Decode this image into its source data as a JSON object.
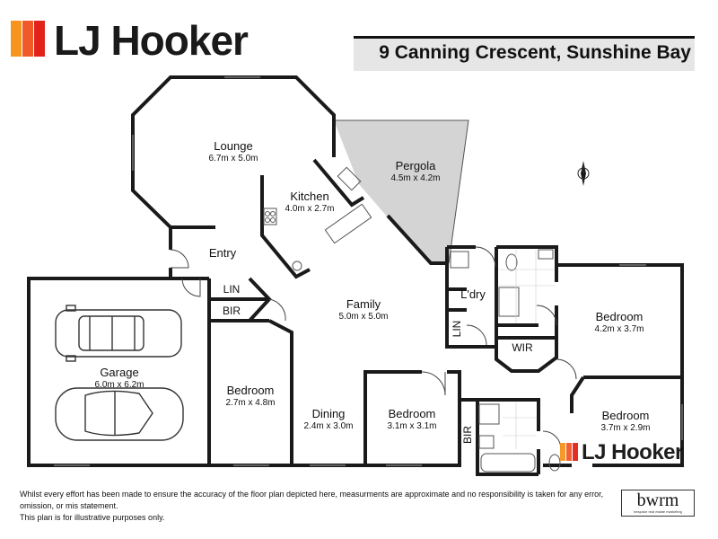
{
  "header": {
    "brand": "LJ Hooker",
    "address": "9 Canning Crescent, Sunshine Bay",
    "brand_colors": [
      "#f47c20",
      "#f05a28",
      "#e2231a"
    ]
  },
  "rooms": {
    "lounge": {
      "name": "Lounge",
      "dims": "6.7m x 5.0m"
    },
    "pergola": {
      "name": "Pergola",
      "dims": "4.5m x 4.2m"
    },
    "kitchen": {
      "name": "Kitchen",
      "dims": "4.0m x 2.7m"
    },
    "entry": {
      "name": "Entry"
    },
    "lin1": {
      "name": "LIN"
    },
    "bir1": {
      "name": "BIR"
    },
    "family": {
      "name": "Family",
      "dims": "5.0m x 5.0m"
    },
    "laundry": {
      "name": "L'dry"
    },
    "lin2": {
      "name": "LIN"
    },
    "wir": {
      "name": "WIR"
    },
    "bedroom_main": {
      "name": "Bedroom",
      "dims": "4.2m x 3.7m"
    },
    "garage": {
      "name": "Garage",
      "dims": "6.0m x 6.2m"
    },
    "bedroom_2": {
      "name": "Bedroom",
      "dims": "2.7m x 4.8m"
    },
    "dining": {
      "name": "Dining",
      "dims": "2.4m x 3.0m"
    },
    "bedroom_3": {
      "name": "Bedroom",
      "dims": "3.1m x 3.1m"
    },
    "bir2": {
      "name": "BIR"
    },
    "bedroom_4": {
      "name": "Bedroom",
      "dims": "3.7m x 2.9m"
    }
  },
  "compass": {
    "label": "N"
  },
  "watermark": "LJ Hooker",
  "footer": {
    "disclaimer_line1": "Whilst every effort has been made to ensure the accuracy of the floor plan depicted here, measurments are approximate and no responsibility is taken for any error, omission, or mis statement.",
    "disclaimer_line2": "This plan is for illustrative purposes only.",
    "agency_logo": "bwrm",
    "agency_tagline": "bespoke real estate marketing"
  }
}
